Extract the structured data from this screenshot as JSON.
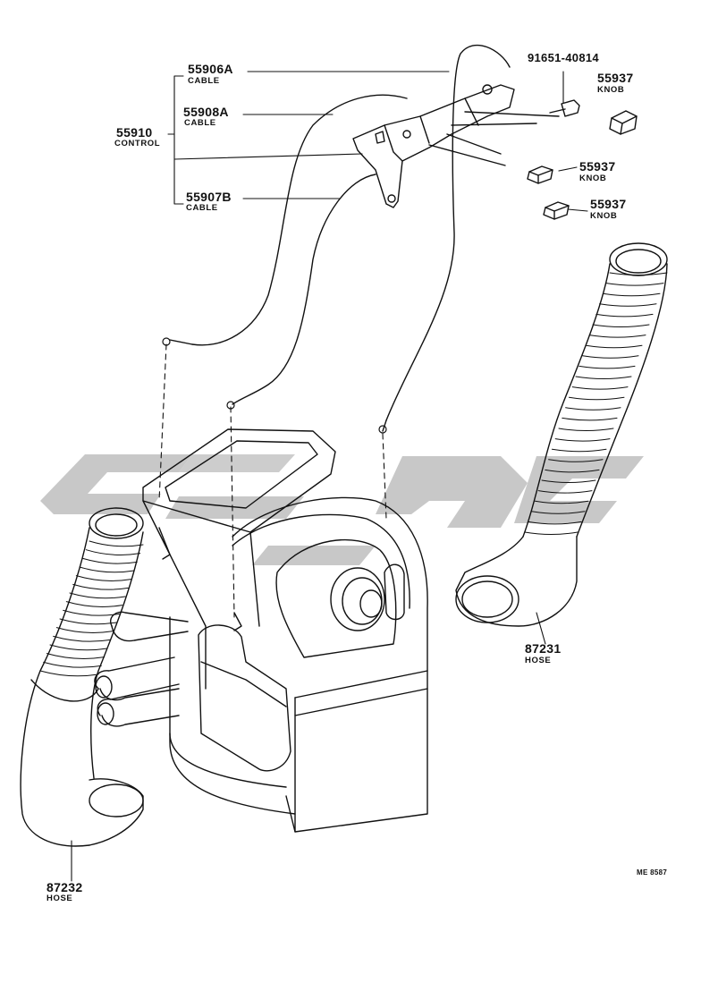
{
  "diagram": {
    "watermark_color": "#c8c8c8",
    "line_color": "#111111",
    "parts": {
      "cable_a": {
        "number": "55906A",
        "name": "CABLE"
      },
      "cable_b": {
        "number": "55908A",
        "name": "CABLE"
      },
      "control": {
        "number": "55910",
        "name": "CONTROL"
      },
      "cable_c": {
        "number": "55907B",
        "name": "CABLE"
      },
      "bolt": {
        "number": "91651-40814",
        "name": ""
      },
      "knob_1": {
        "number": "55937",
        "name": "KNOB"
      },
      "knob_2": {
        "number": "55937",
        "name": "KNOB"
      },
      "knob_3": {
        "number": "55937",
        "name": "KNOB"
      },
      "hose_right": {
        "number": "87231",
        "name": "HOSE"
      },
      "hose_left": {
        "number": "87232",
        "name": "HOSE"
      }
    },
    "reference_code": "ME 8587"
  }
}
